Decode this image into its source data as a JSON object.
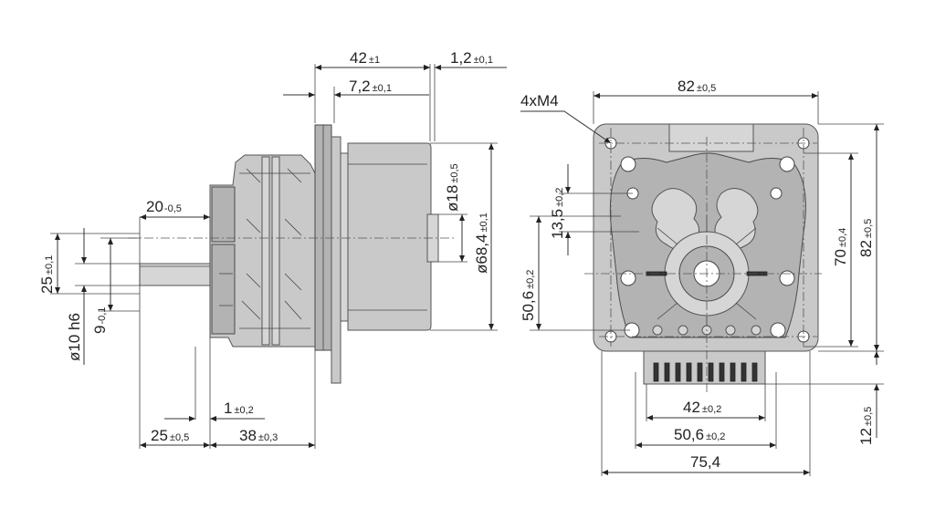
{
  "side_view": {
    "top_overall": {
      "main": "42",
      "tol": "±1"
    },
    "top_right": {
      "main": "1,2",
      "tol": "±0,1"
    },
    "top_flange": {
      "main": "7,2",
      "tol": "±0,1"
    },
    "shaft_len_top": {
      "main": "20",
      "tol": "-0,5"
    },
    "hub_dia": {
      "main": "ø18",
      "tol": "±0,5"
    },
    "motor_dia": {
      "main": "ø68,4",
      "tol": "±0,1"
    },
    "left_25": {
      "main": "25",
      "tol": "±0,1"
    },
    "shaft_dia": {
      "main": "ø10 h6"
    },
    "flat_9": {
      "main": "9",
      "tol": "-0,1"
    },
    "bottom_1": {
      "main": "1",
      "tol": "±0,2"
    },
    "bottom_25": {
      "main": "25",
      "tol": "±0,5"
    },
    "bottom_38": {
      "main": "38",
      "tol": "±0,3"
    }
  },
  "front_view": {
    "screws": {
      "main": "4xM4"
    },
    "width_top": {
      "main": "82",
      "tol": "±0,5"
    },
    "left_13_5": {
      "main": "13,5",
      "tol": "±0,2"
    },
    "left_50_6": {
      "main": "50,6",
      "tol": "±0,2"
    },
    "right_70": {
      "main": "70",
      "tol": "±0,4"
    },
    "right_82": {
      "main": "82",
      "tol": "±0,5"
    },
    "right_12": {
      "main": "12",
      "tol": "±0,5"
    },
    "bottom_42": {
      "main": "42",
      "tol": "±0,2"
    },
    "bottom_50_6": {
      "main": "50,6",
      "tol": "±0,2"
    },
    "bottom_75_4": {
      "main": "75,4"
    }
  }
}
